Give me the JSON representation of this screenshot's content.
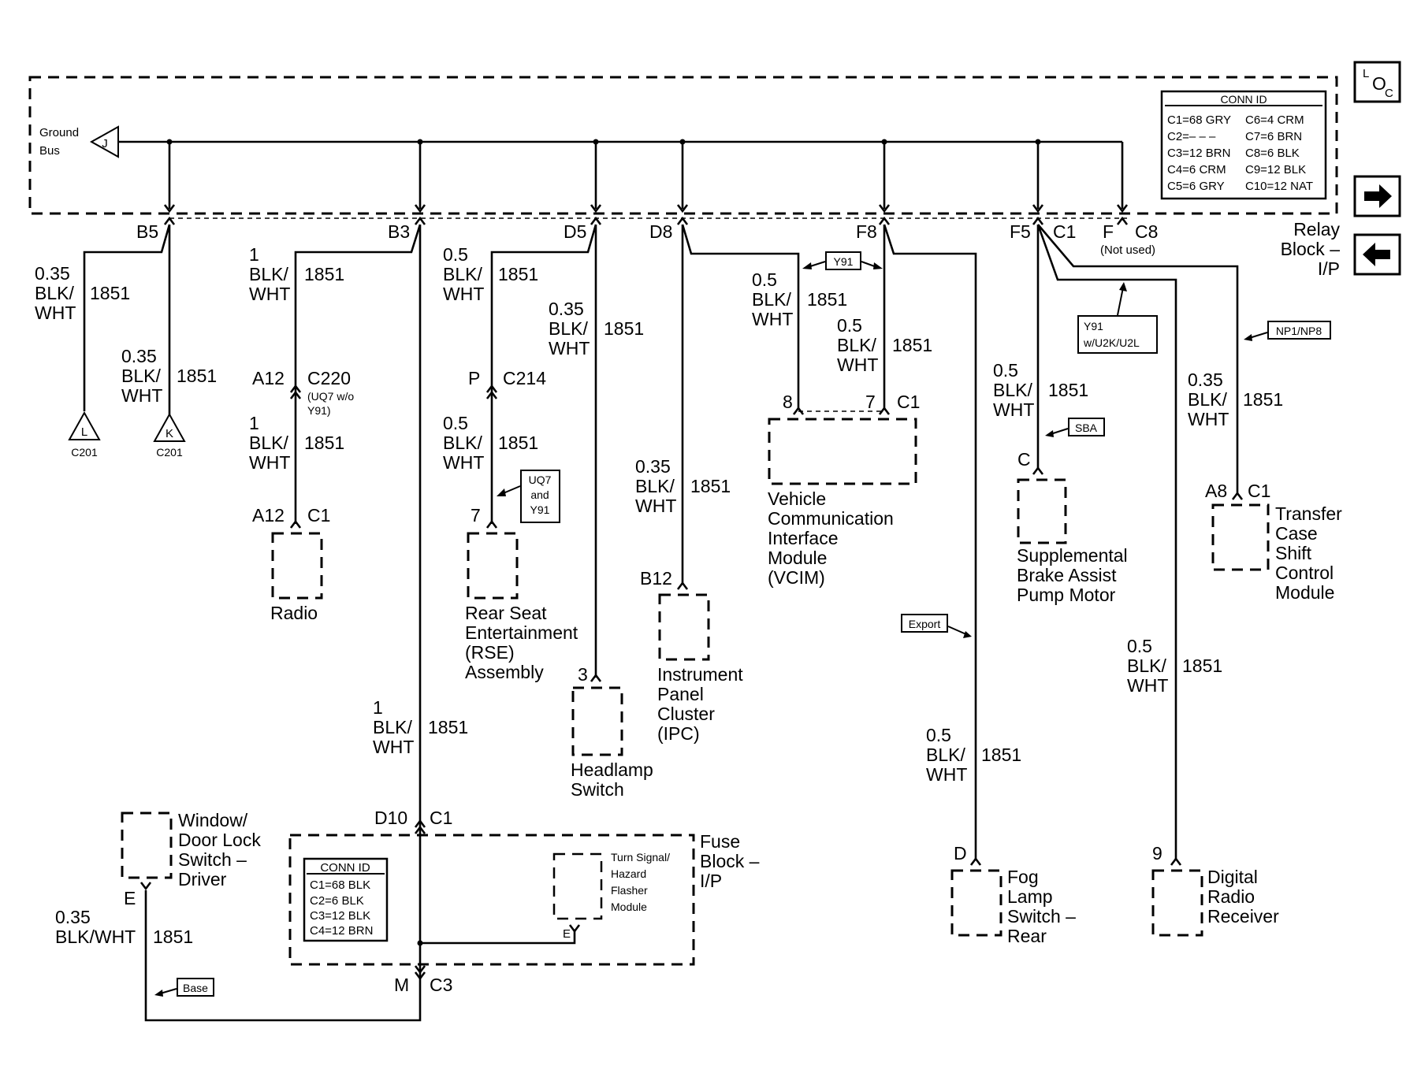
{
  "relay_block": {
    "ground_bus": [
      "Ground",
      "Bus"
    ],
    "ground_letter": "J",
    "name": [
      "Relay",
      "Block –",
      "I/P"
    ],
    "conn_id_title": "CONN ID",
    "conn_id_rows": [
      [
        "C1=68 GRY",
        "C6=4 CRM"
      ],
      [
        "C2=– – –",
        "C7=6 BRN"
      ],
      [
        "C3=12 BRN",
        "C8=6 BLK"
      ],
      [
        "C4=6 CRM",
        "C9=12 BLK"
      ],
      [
        "C5=6 GRY",
        "C10=12 NAT"
      ]
    ],
    "pins": {
      "b5": "B5",
      "b3": "B3",
      "d5": "D5",
      "d8": "D8",
      "f8": "F8",
      "f5": "F5",
      "f5_conn": "C1",
      "f": "F",
      "c8": "C8",
      "not_used": "(Not used)"
    }
  },
  "nav": {
    "loc_l": "L",
    "loc_o": "O",
    "loc_c": "C"
  },
  "wires": {
    "w_b5_l": [
      "0.35",
      "BLK/",
      "WHT",
      "1851"
    ],
    "w_b5_k": [
      "0.35",
      "BLK/",
      "WHT",
      "1851"
    ],
    "w_b3_top": [
      "1",
      "BLK/",
      "WHT",
      "1851"
    ],
    "w_radio": [
      "1",
      "BLK/",
      "WHT",
      "1851"
    ],
    "w_b3_long": [
      "1",
      "BLK/",
      "WHT",
      "1851"
    ],
    "w_d5_top": [
      "0.5",
      "BLK/",
      "WHT",
      "1851"
    ],
    "w_rse": [
      "0.5",
      "BLK/",
      "WHT",
      "1851"
    ],
    "w_d5_hl": [
      "0.35",
      "BLK/",
      "WHT",
      "1851"
    ],
    "w_d8": [
      "0.35",
      "BLK/",
      "WHT",
      "1851"
    ],
    "w_vcim8": [
      "0.5",
      "BLK/",
      "WHT",
      "1851"
    ],
    "w_vcim7": [
      "0.5",
      "BLK/",
      "WHT",
      "1851"
    ],
    "w_fog": [
      "0.5",
      "BLK/",
      "WHT",
      "1851"
    ],
    "w_sba": [
      "0.5",
      "BLK/",
      "WHT",
      "1851"
    ],
    "w_dig": [
      "0.5",
      "BLK/",
      "WHT",
      "1851"
    ],
    "w_tcs": [
      "0.35",
      "BLK/",
      "WHT",
      "1851"
    ],
    "w_wdl": [
      "0.35",
      "BLK/WHT",
      "1851"
    ]
  },
  "grounds": [
    {
      "letter": "L",
      "conn": "C201"
    },
    {
      "letter": "K",
      "conn": "C201"
    }
  ],
  "connectors": {
    "c220_pin": "A12",
    "c220": "C220",
    "c220_note": [
      "(UQ7 w/o",
      "Y91)"
    ],
    "c214_pin": "P",
    "c214": "C214"
  },
  "options": {
    "y91": "Y91",
    "uq7": [
      "UQ7",
      "and",
      "Y91"
    ],
    "y91_u2k": [
      "Y91",
      "w/U2K/U2L"
    ],
    "np": "NP1/NP8",
    "sba": "SBA",
    "export": "Export",
    "base": "Base"
  },
  "components": {
    "radio": {
      "pin": "A12",
      "conn": "C1",
      "name": [
        "Radio"
      ]
    },
    "rse": {
      "pin": "7",
      "name": [
        "Rear Seat",
        "Entertainment",
        "(RSE)",
        "Assembly"
      ]
    },
    "headlamp": {
      "pin": "3",
      "name": [
        "Headlamp",
        "Switch"
      ]
    },
    "ipc": {
      "pin": "B12",
      "name": [
        "Instrument",
        "Panel",
        "Cluster",
        "(IPC)"
      ]
    },
    "vcim": {
      "pin8": "8",
      "pin7": "7",
      "conn": "C1",
      "name": [
        "Vehicle",
        "Communication",
        "Interface",
        "Module",
        "(VCIM)"
      ]
    },
    "fog": {
      "pin": "D",
      "name": [
        "Fog",
        "Lamp",
        "Switch –",
        "Rear"
      ]
    },
    "sba_motor": {
      "pin": "C",
      "name": [
        "Supplemental",
        "Brake Assist",
        "Pump Motor"
      ]
    },
    "digital": {
      "pin": "9",
      "name": [
        "Digital",
        "Radio",
        "Receiver"
      ]
    },
    "tcs": {
      "pin": "A8",
      "conn": "C1",
      "name": [
        "Transfer",
        "Case",
        "Shift",
        "Control",
        "Module"
      ]
    },
    "wdl": {
      "pin": "E",
      "name": [
        "Window/",
        "Door Lock",
        "Switch –",
        "Driver"
      ]
    }
  },
  "fuse_block": {
    "name": [
      "Fuse",
      "Block –",
      "I/P"
    ],
    "top_pin": "D10",
    "top_conn": "C1",
    "bot_pin": "M",
    "bot_conn": "C3",
    "conn_id_title": "CONN ID",
    "conn_id_rows": [
      "C1=68 BLK",
      "C2=6 BLK",
      "C3=12 BLK",
      "C4=12 BRN"
    ],
    "flasher": {
      "pin": "E",
      "name": [
        "Turn Signal/",
        "Hazard",
        "Flasher",
        "Module"
      ]
    }
  }
}
